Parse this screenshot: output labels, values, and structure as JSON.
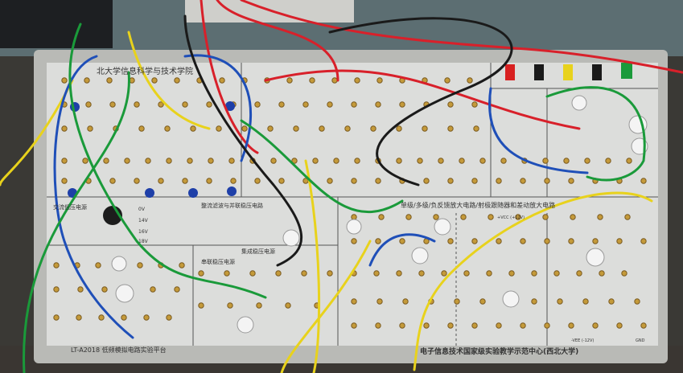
{
  "board": {
    "top_title": "北大学信息科学与技术学院",
    "ac_supply_label": "交流低压电源",
    "ac_taps": [
      "0V",
      "14V",
      "16V",
      "18V"
    ],
    "rectifier_label": "整流滤波与并联稳压电路",
    "series_regulator_label": "串联稳压电源",
    "ic_regulator_label": "集成稳压电源",
    "amplifier_label": "单级/多级/负反馈放大电路/射极跟随器和差动放大电路",
    "vcc_label": "+VCC (+12V)",
    "vee_label": "-VEE (-12V)",
    "gnd_label": "GND",
    "model_label": "LT-A2018 低频模拟电路实验平台",
    "footer_label": "电子信息技术国家级实验教学示范中心(西北大学)"
  },
  "colors": {
    "panel": "#dcdddb",
    "frame": "#b9bab6",
    "wire_red": "#d8202a",
    "wire_yellow": "#e8d21c",
    "wire_blue": "#1f4fb8",
    "wire_green": "#1a9a3a",
    "wire_black": "#1a1a1a",
    "terminal": "#c49a3a"
  }
}
